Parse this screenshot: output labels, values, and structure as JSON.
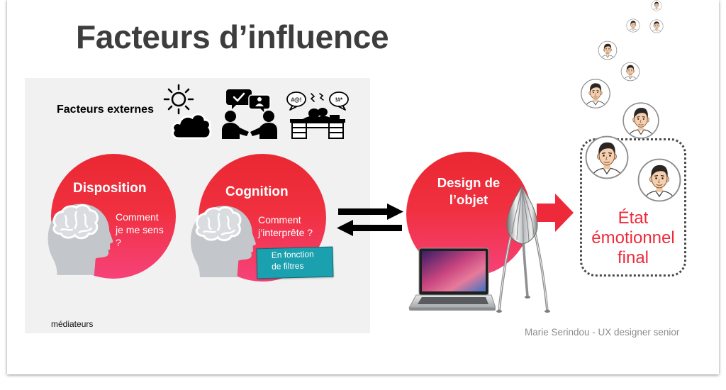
{
  "slide": {
    "title": "Facteurs d’influence",
    "author": "Marie Serindou - UX designer senior"
  },
  "left_panel": {
    "external_label": "Facteurs externes",
    "external_icons": [
      "weather-icon",
      "conversation-icon",
      "office-conflict-icon"
    ],
    "office_bubbles": [
      "#@!",
      "!#*"
    ],
    "disposition": {
      "title": "Disposition",
      "question_lines": [
        "Comment",
        "je me sens",
        "?"
      ],
      "icon": "head-brain-icon"
    },
    "cognition": {
      "title": "Cognition",
      "question_lines": [
        "Comment",
        "j’interprête ?"
      ],
      "note_lines": [
        "En fonction",
        "de filtres"
      ],
      "icon": "head-brain-icon"
    },
    "footer_label": "médiateurs"
  },
  "exchange_icon": "two-way-arrows-icon",
  "design": {
    "title_lines": [
      "Design de",
      "l’objet"
    ],
    "icons": [
      "laptop-icon",
      "juicer-icon"
    ]
  },
  "result": {
    "arrow_icon": "arrow-right-icon",
    "lines": [
      "État",
      "émotionnel",
      "final"
    ],
    "avatar_icon": "person-avatar-icon"
  },
  "colors": {
    "accent_red": "#ee2a3a",
    "circle_top": "#ea2833",
    "circle_bottom": "#f6427a",
    "note_teal": "#1aa0ae",
    "panel_gray": "#f1f1f1",
    "title_gray": "#3d3d3d",
    "caption_gray": "#8c8c8c"
  }
}
